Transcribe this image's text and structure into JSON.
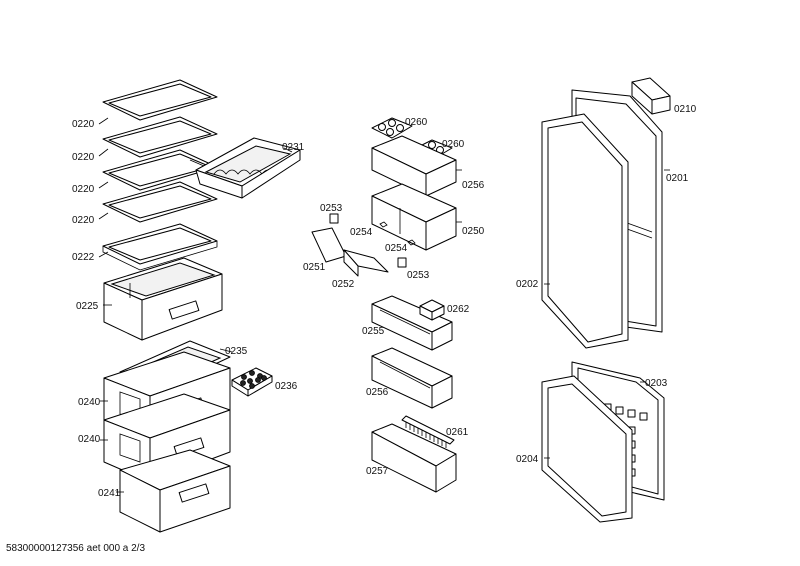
{
  "diagram": {
    "labels": {
      "shelf_1": "0220",
      "shelf_2": "0220",
      "shelf_3": "0220",
      "shelf_4": "0220",
      "shelf_5": "0222",
      "bottle_rack": "0231",
      "tray_0225": "0225",
      "lid_0235": "0235",
      "egg_holder_0236": "0236",
      "drawer_a": "0240",
      "drawer_b": "0240",
      "drawer_c": "0241",
      "egg_tray_a": "0260",
      "egg_tray_b": "0260",
      "door_shelf_0256a": "0256",
      "door_shelf_0250": "0250",
      "clip_a": "0253",
      "pin_a": "0254",
      "pin_b": "0254",
      "flap_0251": "0251",
      "flap_0252": "0252",
      "clip_b": "0253",
      "door_shelf_0255": "0255",
      "cup_0262": "0262",
      "door_shelf_0256b": "0256",
      "divider_0261": "0261",
      "door_shelf_0257": "0257",
      "handle_0210": "0210",
      "door_0201": "0201",
      "gasket_0202": "0202",
      "door_0203": "0203",
      "gasket_0204": "0204"
    }
  },
  "footer": {
    "text": "58300000127356 aet 000 a 2/3"
  }
}
